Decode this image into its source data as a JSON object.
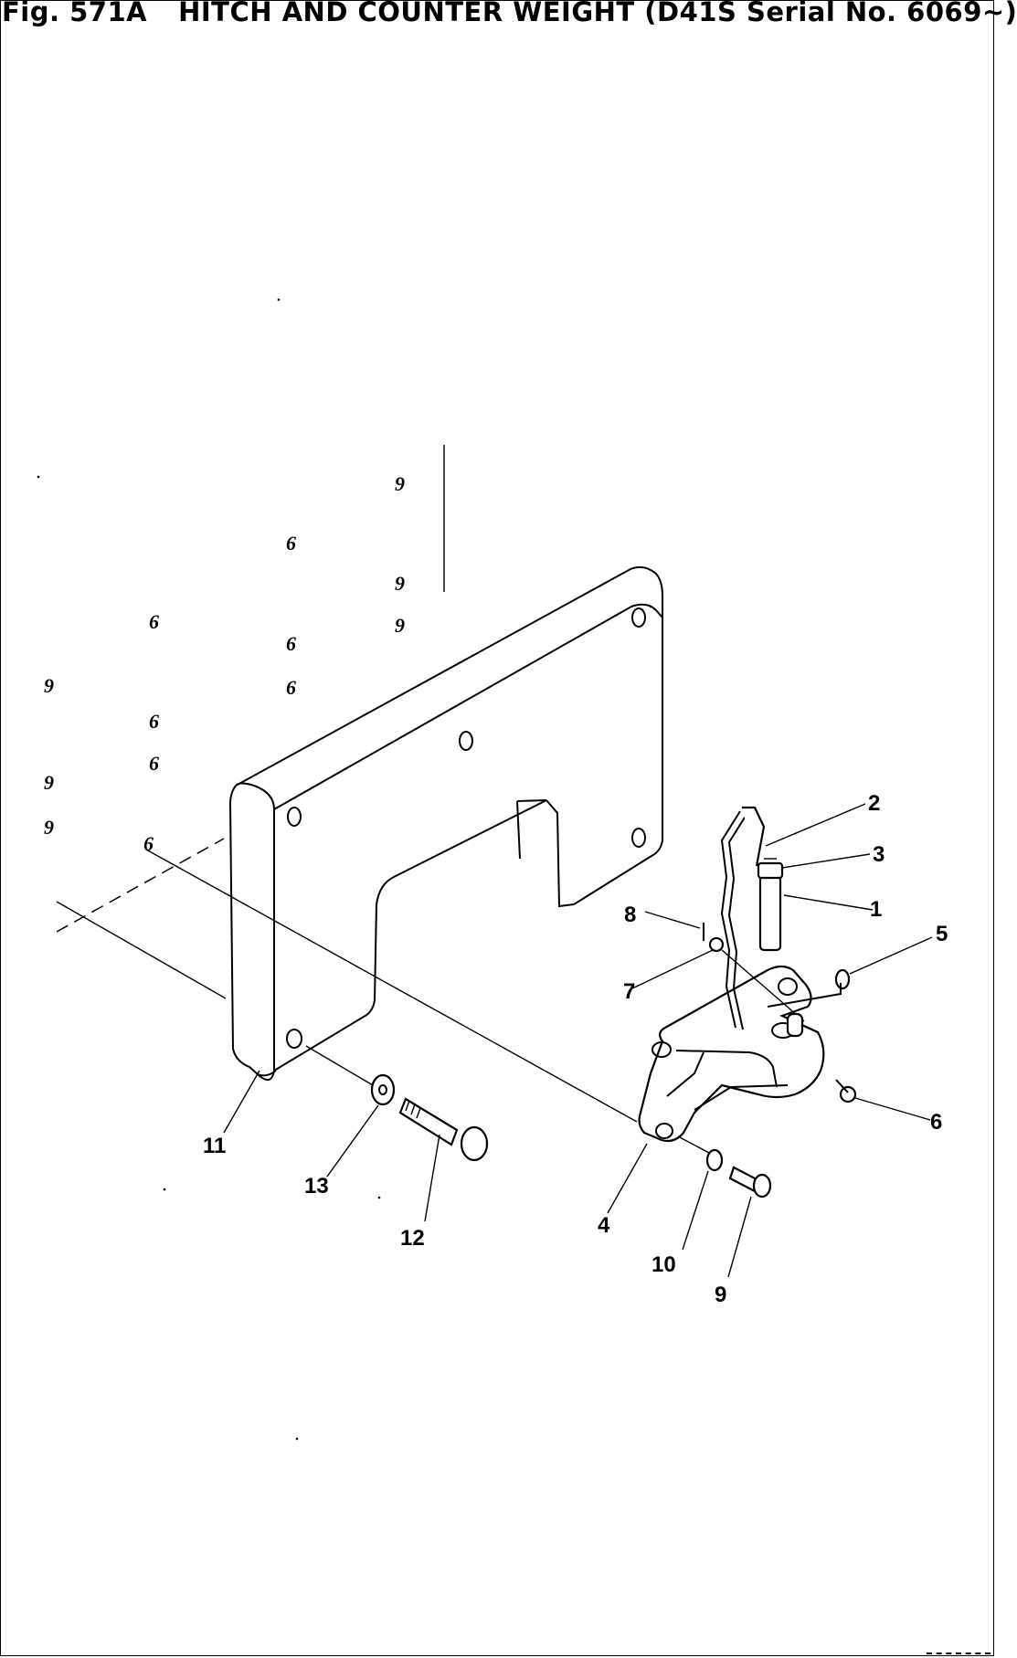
{
  "figure": {
    "number": "Fig. 571A",
    "title": "HITCH AND COUNTER WEIGHT (D41S Serial No. 6069~)"
  },
  "callouts": [
    "1",
    "2",
    "3",
    "4",
    "5",
    "6",
    "7",
    "8",
    "9",
    "10",
    "11",
    "12",
    "13"
  ],
  "stray_marks": {
    "nine": "9",
    "six": "6"
  }
}
